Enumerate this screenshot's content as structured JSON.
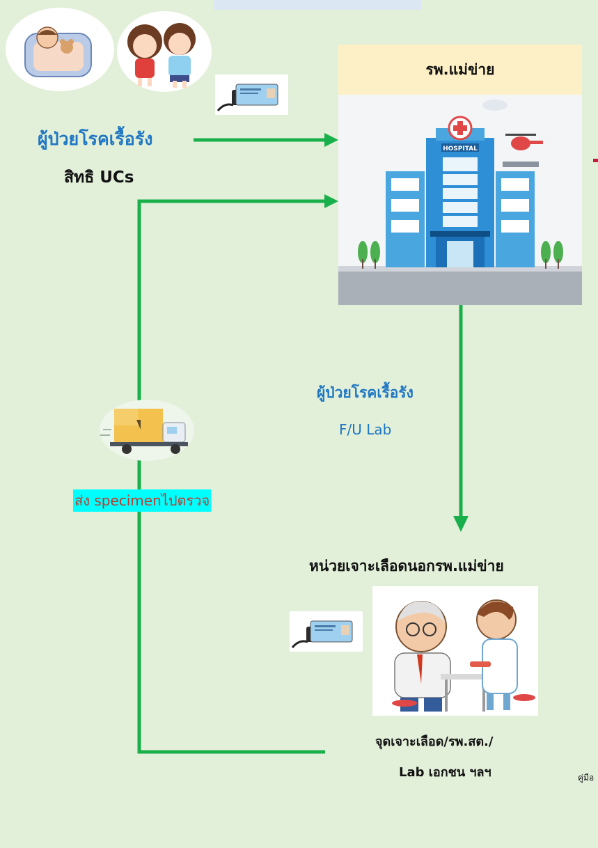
{
  "hospital": {
    "label": "รพ.แม่ข่าย"
  },
  "patient": {
    "label": "ผู้ป่วยโรคเรื้อรัง",
    "entitlement": "สิทธิ UCs"
  },
  "followup": {
    "label": "ผู้ป่วยโรคเรื้อรัง",
    "sub": "F/U Lab"
  },
  "lab_unit": {
    "title": "หน่วยเจาะเลือดนอกรพ.แม่ข่าย",
    "caption_line1": "จุดเจาะเลือด/รพ.สต./",
    "caption_line2": "Lab เอกชน ฯลฯ"
  },
  "specimen": {
    "label": "ส่ง specimenไปตรวจ"
  },
  "footer": {
    "clipped_text": "คู่มือ"
  },
  "icons": [
    "patients-illustration",
    "id-card-reader-icon",
    "hospital-building-icon",
    "delivery-truck-icon",
    "blood-draw-illustration"
  ],
  "colors": {
    "background": "#e2efd9",
    "flow_arrow": "#19b04b",
    "title_blue": "#1f77c3",
    "specimen_highlight": "#00ffff",
    "specimen_text": "#c0392b",
    "hospital_header": "#fdf0c6"
  }
}
